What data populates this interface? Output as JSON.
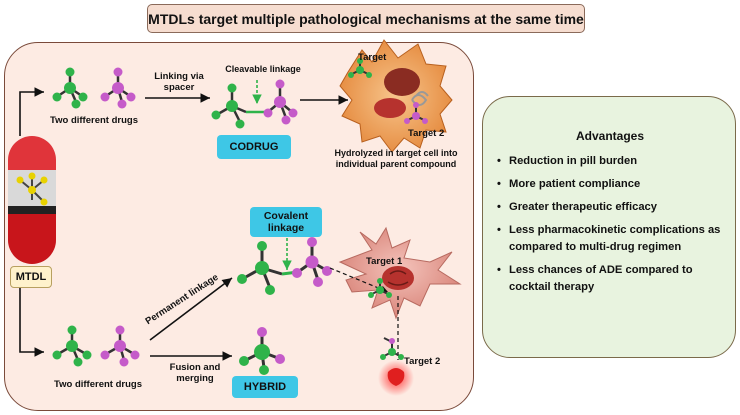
{
  "title": "MTDLs target multiple pathological mechanisms at the same time",
  "mtdl_label": "MTDL",
  "top": {
    "drugs_label": "Two different drugs",
    "linking_label": "Linking via spacer",
    "cleavable_label": "Cleavable linkage",
    "codrug_label": "CODRUG",
    "target_label": "Target",
    "target2_label": "Target 2",
    "hydrolyzed_label": "Hydrolyzed in target cell into individual parent compound"
  },
  "bottom": {
    "covalent_label": "Covalent linkage",
    "permanent_label": "Permanent linkage",
    "fusion_label": "Fusion and merging",
    "hybrid_label": "HYBRID",
    "drugs_label": "Two different drugs",
    "target1_label": "Target 1",
    "target2_label": "Target 2"
  },
  "advantages": {
    "title": "Advantages",
    "items": [
      "Reduction in pill burden",
      "More patient compliance",
      "Greater therapeutic efficacy",
      "Less pharmacokinetic complications as compared to multi-drug regimen",
      "Less chances of ADE compared to cocktail therapy"
    ]
  },
  "colors": {
    "green_atom": "#2fb34a",
    "magenta_atom": "#c55bc9",
    "cyan_box": "#3ec7e6",
    "main_panel_fill": "#fdebe3",
    "advantages_fill": "#e8f3df",
    "cell_orange": "#f2a25a",
    "neuron_pink": "#e9a9a0",
    "nucleus_red": "#b6322e"
  }
}
